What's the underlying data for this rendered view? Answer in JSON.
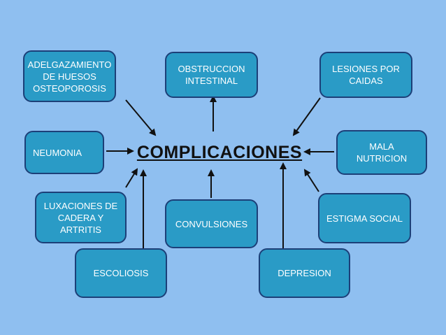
{
  "center": "COMPLICACIONES",
  "nodes": {
    "adelgazamiento": "ADELGAZAMIENTO\nDE HUESOS\nOSTEOPOROSIS",
    "obstruccion": "OBSTRUCCION\nINTESTINAL",
    "lesiones": "LESIONES POR\nCAIDAS",
    "neumonia": "NEUMONIA",
    "mala_nutricion": "MALA\nNUTRICION",
    "luxaciones": "LUXACIONES DE\nCADERA Y\nARTRITIS",
    "convulsiones": "CONVULSIONES",
    "estigma": "ESTIGMA SOCIAL",
    "escoliosis": "ESCOLIOSIS",
    "depresion": "DEPRESION"
  },
  "colors": {
    "background": "#8fbff0",
    "node_fill": "#2a9bc6",
    "node_border": "#1c3f78",
    "arrow": "#111111"
  }
}
